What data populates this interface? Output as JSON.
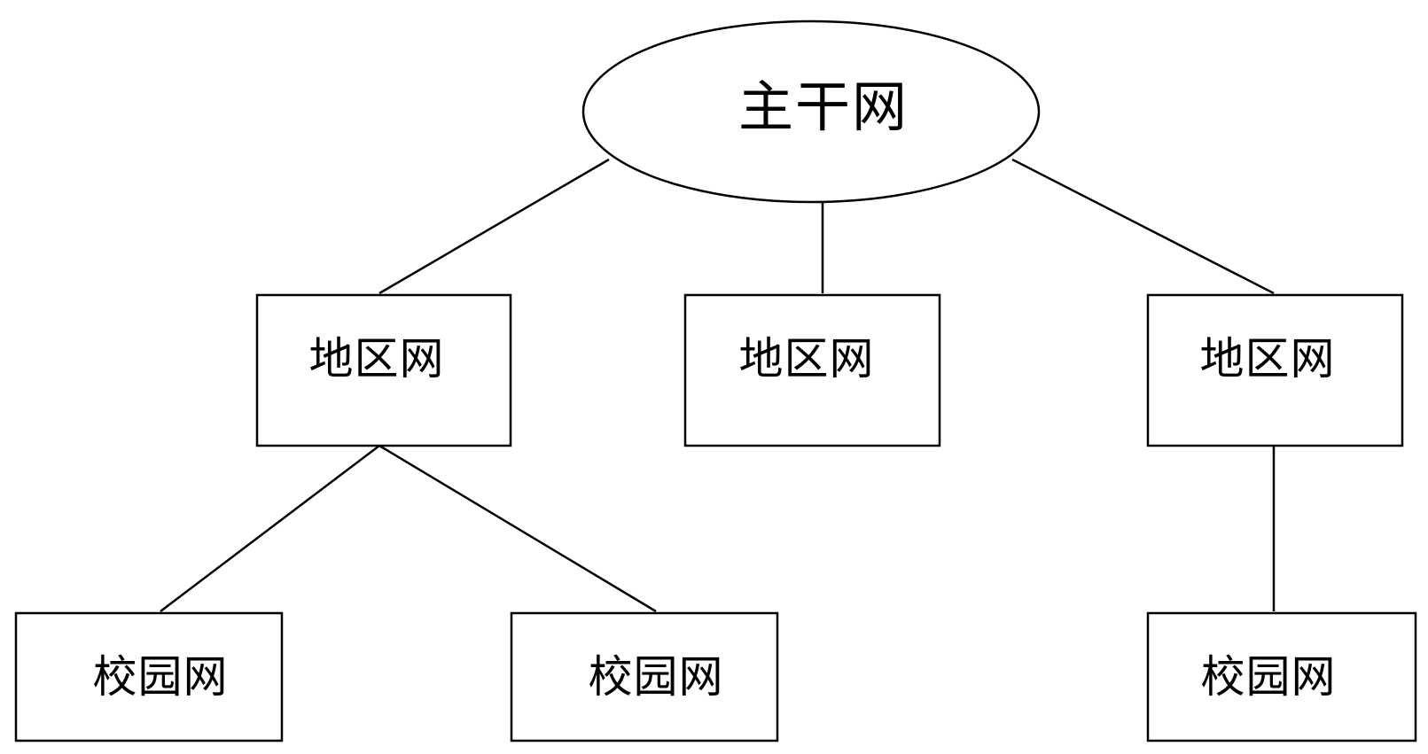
{
  "diagram": {
    "root": {
      "label": "主干网"
    },
    "regions": [
      {
        "label": "地区网"
      },
      {
        "label": "地区网"
      },
      {
        "label": "地区网"
      }
    ],
    "campuses": [
      {
        "label": "校园网"
      },
      {
        "label": "校园网"
      },
      {
        "label": "校园网"
      }
    ]
  }
}
